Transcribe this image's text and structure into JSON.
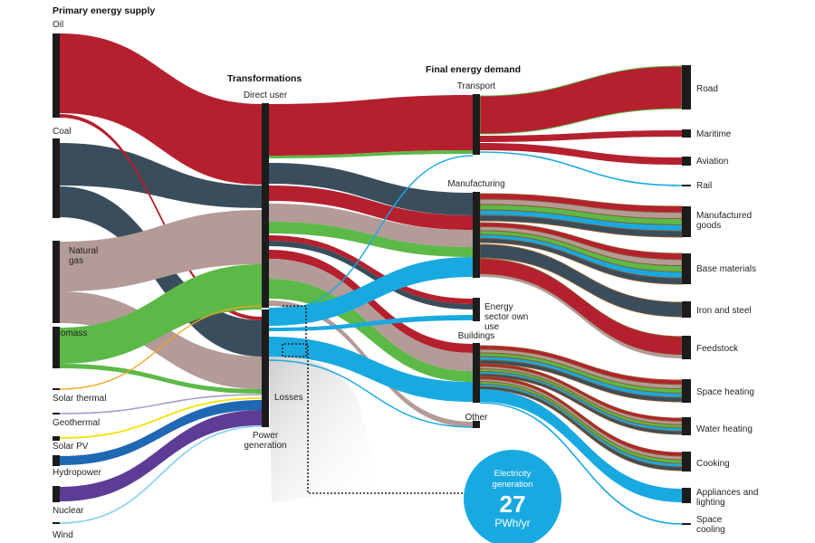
{
  "headers": {
    "primary": "Primary energy supply",
    "transformations": "Transformations",
    "final": "Final energy demand"
  },
  "sources": [
    {
      "key": "oil",
      "label": "Oil"
    },
    {
      "key": "coal",
      "label": "Coal"
    },
    {
      "key": "gas",
      "label": "Natural gas"
    },
    {
      "key": "biomass",
      "label": "Biomass"
    },
    {
      "key": "solar_thermal",
      "label": "Solar thermal"
    },
    {
      "key": "geothermal",
      "label": "Geothermal"
    },
    {
      "key": "solar_pv",
      "label": "Solar PV"
    },
    {
      "key": "hydropower",
      "label": "Hydropower"
    },
    {
      "key": "nuclear",
      "label": "Nuclear"
    },
    {
      "key": "wind",
      "label": "Wind"
    }
  ],
  "transformations": [
    {
      "key": "direct",
      "label": "Direct user"
    },
    {
      "key": "losses",
      "label": "Losses"
    },
    {
      "key": "power",
      "label": "Power generation"
    }
  ],
  "sectors": [
    {
      "key": "transport",
      "label": "Transport"
    },
    {
      "key": "manufacturing",
      "label": "Manufacturing"
    },
    {
      "key": "energy_own",
      "label": "Energy sector own use"
    },
    {
      "key": "buildings",
      "label": "Buildings"
    },
    {
      "key": "other",
      "label": "Other"
    }
  ],
  "end_uses": [
    {
      "key": "road",
      "label": "Road"
    },
    {
      "key": "maritime",
      "label": "Maritime"
    },
    {
      "key": "aviation",
      "label": "Aviation"
    },
    {
      "key": "rail",
      "label": "Rail"
    },
    {
      "key": "manufactured",
      "label": "Manufactured goods"
    },
    {
      "key": "base",
      "label": "Base materials"
    },
    {
      "key": "iron",
      "label": "Iron and steel"
    },
    {
      "key": "feedstock",
      "label": "Feedstock"
    },
    {
      "key": "space_heating",
      "label": "Space heating"
    },
    {
      "key": "water_heating",
      "label": "Water heating"
    },
    {
      "key": "cooking",
      "label": "Cooking"
    },
    {
      "key": "appliances",
      "label": "Appliances and lighting"
    },
    {
      "key": "space_cooling",
      "label": "Space cooling"
    }
  ],
  "callout": {
    "line1": "Electricity",
    "line2": "generation",
    "value": "27",
    "unit": "PWh/yr"
  },
  "colors": {
    "oil": "#b5202e",
    "coal": "#3a4d5c",
    "gas": "#b39b97",
    "biomass": "#5cb947",
    "electricity": "#19a9e1",
    "solar_thermal": "#f3a11d",
    "geothermal": "#a89cc9",
    "solar_pv": "#f5e100",
    "hydropower": "#1f68b3",
    "nuclear": "#5d3c96",
    "wind": "#8fd3f1",
    "node": "#1c1c1c"
  }
}
